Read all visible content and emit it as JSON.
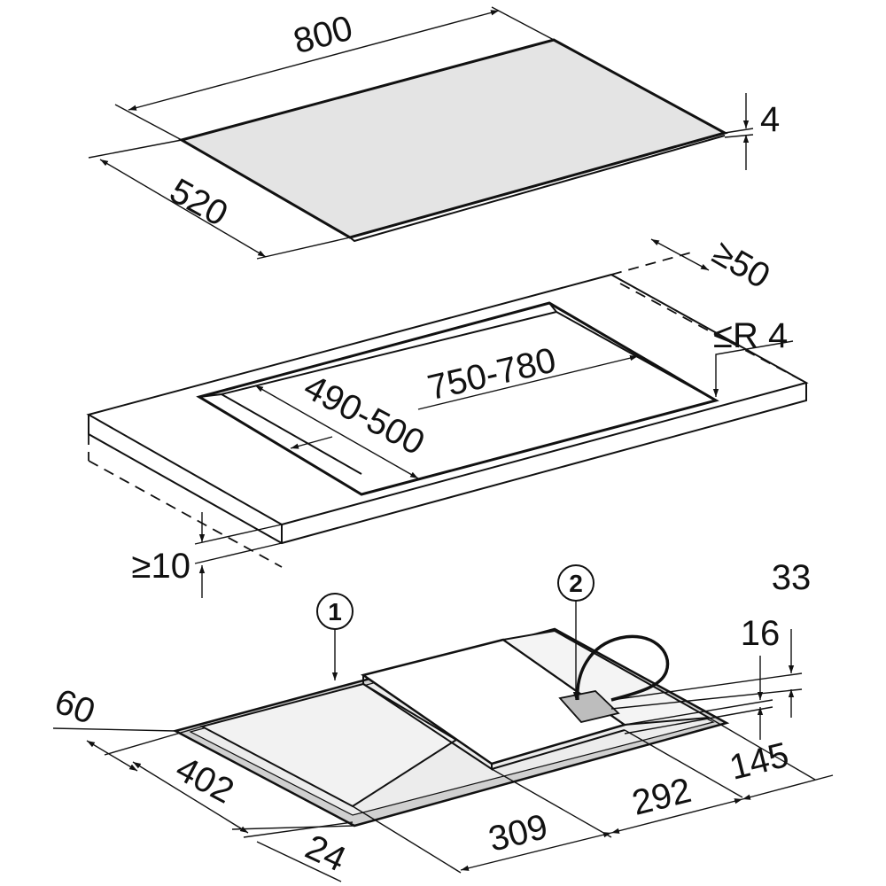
{
  "colors": {
    "line": "#111111",
    "glass_top": "#e4e4e4",
    "panel": "#ececec",
    "trim": "#d0d0d0",
    "background": "#ffffff"
  },
  "hob_top": {
    "width": "800",
    "depth": "520",
    "thickness": "4"
  },
  "cutout": {
    "width": "750-780",
    "depth": "490-500",
    "corner_radius": "≤R 4",
    "rear_clearance": "≥50",
    "side_clearance": "≥10"
  },
  "hob_bottom": {
    "callouts": [
      "1",
      "2"
    ],
    "depth_front": "402",
    "depth_rear": "60",
    "edge_front": "24",
    "width_309": "309",
    "width_292": "292",
    "width_145": "145",
    "height_16": "16",
    "height_33": "33"
  }
}
